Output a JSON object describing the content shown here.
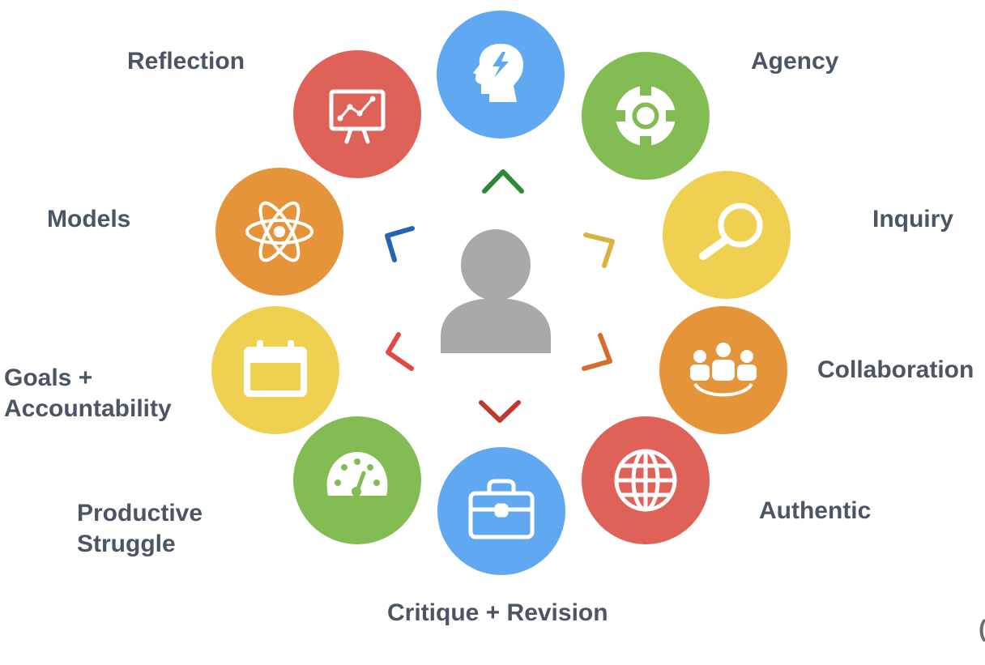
{
  "colors": {
    "blue": "#60a8f2",
    "green": "#82bc52",
    "yellow": "#efd050",
    "orange": "#e6943a",
    "red": "#df6259",
    "person": "#a9a9a9",
    "label_text": "#4a5566"
  },
  "nodes": [
    {
      "id": "agency",
      "label": "Agency",
      "icon": "lifebuoy-icon",
      "color": "green"
    },
    {
      "id": "inquiry",
      "label": "Inquiry",
      "icon": "magnifier-icon",
      "color": "yellow"
    },
    {
      "id": "collaboration",
      "label": "Collaboration",
      "icon": "people-group-icon",
      "color": "orange"
    },
    {
      "id": "authentic",
      "label": "Authentic",
      "icon": "globe-icon",
      "color": "red"
    },
    {
      "id": "critique",
      "label": "Critique + Revision",
      "icon": "briefcase-icon",
      "color": "blue"
    },
    {
      "id": "struggle",
      "label_lines": [
        "Productive",
        "Struggle"
      ],
      "icon": "gauge-icon",
      "color": "green"
    },
    {
      "id": "goals",
      "label_lines": [
        "Goals +",
        "Accountability"
      ],
      "icon": "calendar-icon",
      "color": "yellow"
    },
    {
      "id": "models",
      "label": "Models",
      "icon": "atom-icon",
      "color": "orange"
    },
    {
      "id": "reflection",
      "label": "Reflection",
      "icon": "presentation-chart-icon",
      "color": "red"
    },
    {
      "id": "mind",
      "label": "",
      "icon": "head-lightning-icon",
      "color": "blue"
    }
  ],
  "center": {
    "icon": "person-icon"
  }
}
